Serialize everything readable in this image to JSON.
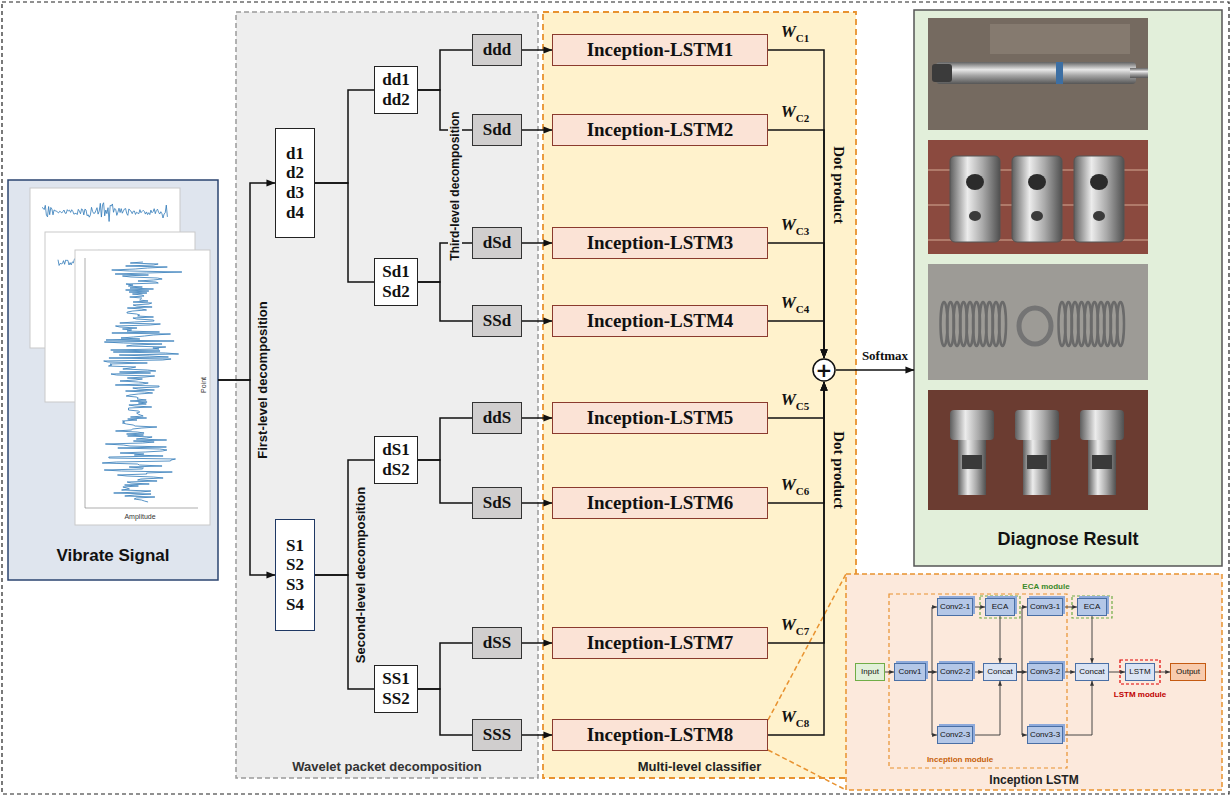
{
  "diagram": {
    "nodes": [
      {
        "text": [
          "Vibrate Signal"
        ]
      },
      {
        "text": [
          "Wavelet packet decomposition"
        ]
      },
      {
        "text": [
          "d1 d2 d3 d4"
        ],
        "in": 1
      },
      {
        "text": [
          "dd1 dd2"
        ],
        "in": 1
      },
      {
        "text": [
          "ddd"
        ],
        "in": 1
      },
      {
        "text": [
          "Sdd"
        ],
        "in": 1
      },
      {
        "text": [
          "Sd1 Sd2"
        ],
        "in": 1
      },
      {
        "text": [
          "dSd"
        ],
        "in": 1
      },
      {
        "text": [
          "SSd"
        ],
        "in": 1
      },
      {
        "text": [
          "S1 S2 S3 S4"
        ],
        "in": 1
      },
      {
        "text": [
          "dS1 dS2"
        ],
        "in": 1
      },
      {
        "text": [
          "ddS"
        ],
        "in": 1
      },
      {
        "text": [
          "SdS"
        ],
        "in": 1
      },
      {
        "text": [
          "SS1 SS2"
        ],
        "in": 1
      },
      {
        "text": [
          "dSS"
        ],
        "in": 1
      },
      {
        "text": [
          "SSS"
        ],
        "in": 1
      },
      {
        "text": [
          "Multi-level classifier"
        ]
      },
      {
        "text": [
          "Inception-LSTM1"
        ],
        "in": 16
      },
      {
        "text": [
          "Inception-LSTM2"
        ],
        "in": 16
      },
      {
        "text": [
          "Inception-LSTM3"
        ],
        "in": 16
      },
      {
        "text": [
          "Inception-LSTM4"
        ],
        "in": 16
      },
      {
        "text": [
          "Inception-LSTM5"
        ],
        "in": 16
      },
      {
        "text": [
          "Inception-LSTM6"
        ],
        "in": 16
      },
      {
        "text": [
          "Inception-LSTM7"
        ],
        "in": 16
      },
      {
        "text": [
          "Inception-LSTM8"
        ],
        "in": 16
      },
      {
        "text": [
          "+"
        ],
        "in": 16
      },
      {
        "text": [
          "Diagnose Result"
        ]
      },
      {
        "text": [
          "Inception LSTM"
        ]
      },
      {
        "text": [
          "Input"
        ],
        "in": 27
      },
      {
        "text": [
          "Conv1"
        ],
        "in": 27
      },
      {
        "text": [
          "Conv2-1"
        ],
        "in": 27
      },
      {
        "text": [
          "Conv2-2"
        ],
        "in": 27
      },
      {
        "text": [
          "Conv2-3"
        ],
        "in": 27
      },
      {
        "text": [
          "ECA"
        ],
        "in": 27
      },
      {
        "text": [
          "Concat"
        ],
        "in": 27
      },
      {
        "text": [
          "Conv3-1"
        ],
        "in": 27
      },
      {
        "text": [
          "Conv3-2"
        ],
        "in": 27
      },
      {
        "text": [
          "Conv3-3"
        ],
        "in": 27
      },
      {
        "text": [
          "ECA"
        ],
        "in": 27
      },
      {
        "text": [
          "Concat"
        ],
        "in": 27
      },
      {
        "text": [
          "LSTM"
        ],
        "in": 27
      },
      {
        "text": [
          "Output"
        ],
        "in": 27
      }
    ],
    "edges": [
      {
        "from": 0,
        "to": 2,
        "arrow": "to"
      },
      {
        "from": 0,
        "to": 9,
        "arrow": "to"
      },
      {
        "from": 2,
        "to": 3,
        "arrow": "none"
      },
      {
        "from": 2,
        "to": 6,
        "arrow": "none"
      },
      {
        "from": 3,
        "to": 4,
        "arrow": "none"
      },
      {
        "from": 3,
        "to": 5,
        "arrow": "none"
      },
      {
        "from": 6,
        "to": 7,
        "arrow": "none"
      },
      {
        "from": 6,
        "to": 8,
        "arrow": "none"
      },
      {
        "from": 9,
        "to": 10,
        "arrow": "none"
      },
      {
        "from": 9,
        "to": 13,
        "arrow": "none"
      },
      {
        "from": 10,
        "to": 11,
        "arrow": "none"
      },
      {
        "from": 10,
        "to": 12,
        "arrow": "none"
      },
      {
        "from": 13,
        "to": 14,
        "arrow": "none"
      },
      {
        "from": 13,
        "to": 15,
        "arrow": "none"
      },
      {
        "from": 4,
        "to": 17,
        "arrow": "to"
      },
      {
        "from": 5,
        "to": 18,
        "arrow": "to"
      },
      {
        "from": 7,
        "to": 19,
        "arrow": "to"
      },
      {
        "from": 8,
        "to": 20,
        "arrow": "to"
      },
      {
        "from": 11,
        "to": 21,
        "arrow": "to"
      },
      {
        "from": 12,
        "to": 22,
        "arrow": "to"
      },
      {
        "from": 14,
        "to": 23,
        "arrow": "to"
      },
      {
        "from": 15,
        "to": 24,
        "arrow": "to"
      },
      {
        "from": 17,
        "to": 25,
        "arrow": "to"
      },
      {
        "from": 18,
        "to": 25,
        "arrow": "to"
      },
      {
        "from": 19,
        "to": 25,
        "arrow": "to"
      },
      {
        "from": 20,
        "to": 25,
        "arrow": "to"
      },
      {
        "from": 21,
        "to": 25,
        "arrow": "to"
      },
      {
        "from": 22,
        "to": 25,
        "arrow": "to"
      },
      {
        "from": 23,
        "to": 25,
        "arrow": "to"
      },
      {
        "from": 24,
        "to": 25,
        "arrow": "to"
      },
      {
        "from": 25,
        "to": 26,
        "arrow": "to",
        "label": "Softmax"
      },
      {
        "from": 28,
        "to": 29,
        "arrow": "to"
      },
      {
        "from": 29,
        "to": 30,
        "arrow": "to"
      },
      {
        "from": 29,
        "to": 31,
        "arrow": "to"
      },
      {
        "from": 29,
        "to": 32,
        "arrow": "to"
      },
      {
        "from": 30,
        "to": 33,
        "arrow": "to"
      },
      {
        "from": 33,
        "to": 34,
        "arrow": "to"
      },
      {
        "from": 31,
        "to": 34,
        "arrow": "to"
      },
      {
        "from": 32,
        "to": 34,
        "arrow": "to"
      },
      {
        "from": 34,
        "to": 35,
        "arrow": "to"
      },
      {
        "from": 34,
        "to": 36,
        "arrow": "to"
      },
      {
        "from": 34,
        "to": 37,
        "arrow": "to"
      },
      {
        "from": 35,
        "to": 38,
        "arrow": "to"
      },
      {
        "from": 38,
        "to": 39,
        "arrow": "to"
      },
      {
        "from": 36,
        "to": 39,
        "arrow": "to"
      },
      {
        "from": 37,
        "to": 39,
        "arrow": "to"
      },
      {
        "from": 39,
        "to": 40,
        "arrow": "to"
      },
      {
        "from": 40,
        "to": 41,
        "arrow": "to"
      }
    ],
    "labels": [
      "First-level decomposition",
      "Second-level decomposition",
      "Third-level decomposition",
      "WC1",
      "WC2",
      "WC3",
      "WC4",
      "WC5",
      "WC6",
      "WC7",
      "WC8",
      "Dot product",
      "Dot product",
      "Amplitude",
      "Point",
      "ECA module",
      "Inception module",
      "LSTM module"
    ]
  }
}
